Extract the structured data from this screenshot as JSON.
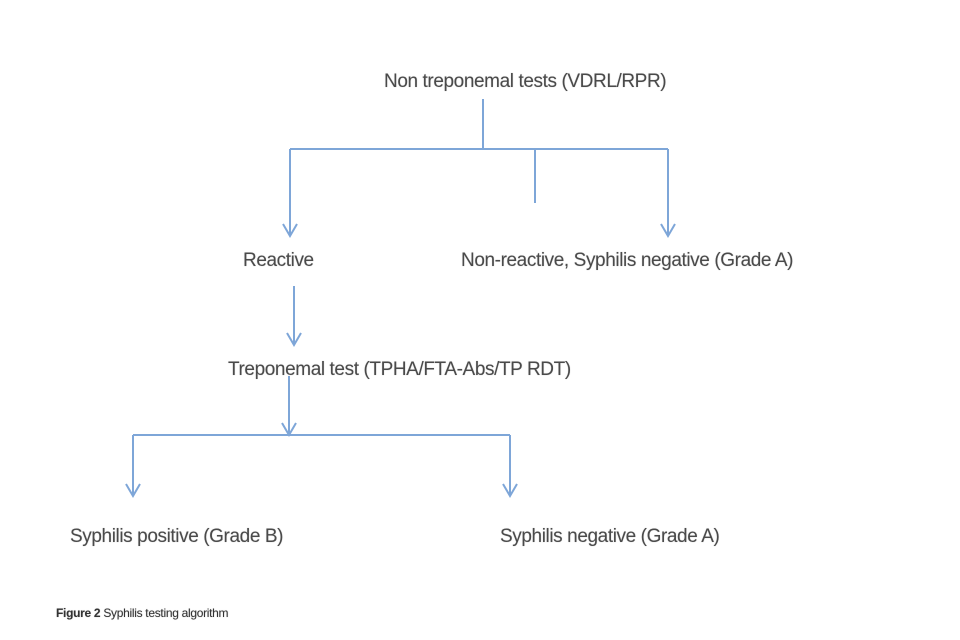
{
  "diagram": {
    "type": "flowchart",
    "line_color": "#7ea6d8",
    "text_color": "#4a4a4a",
    "nodes": {
      "nontreponemal": {
        "label": "Non treponemal tests (VDRL/RPR)"
      },
      "reactive": {
        "label": "Reactive"
      },
      "nonreactive": {
        "label": "Non-reactive, Syphilis negative (Grade A)"
      },
      "treponemal": {
        "label": "Treponemal test (TPHA/FTA-Abs/TP RDT)"
      },
      "positive": {
        "label": "Syphilis positive (Grade B)"
      },
      "negative": {
        "label": "Syphilis negative (Grade A)"
      }
    },
    "edges": [
      {
        "from": "nontreponemal",
        "to": "reactive"
      },
      {
        "from": "nontreponemal",
        "to": "nonreactive"
      },
      {
        "from": "reactive",
        "to": "treponemal"
      },
      {
        "from": "treponemal",
        "to": "positive"
      },
      {
        "from": "treponemal",
        "to": "negative"
      }
    ]
  },
  "caption": {
    "figure_number": "Figure 2",
    "text": "Syphilis testing algorithm"
  }
}
